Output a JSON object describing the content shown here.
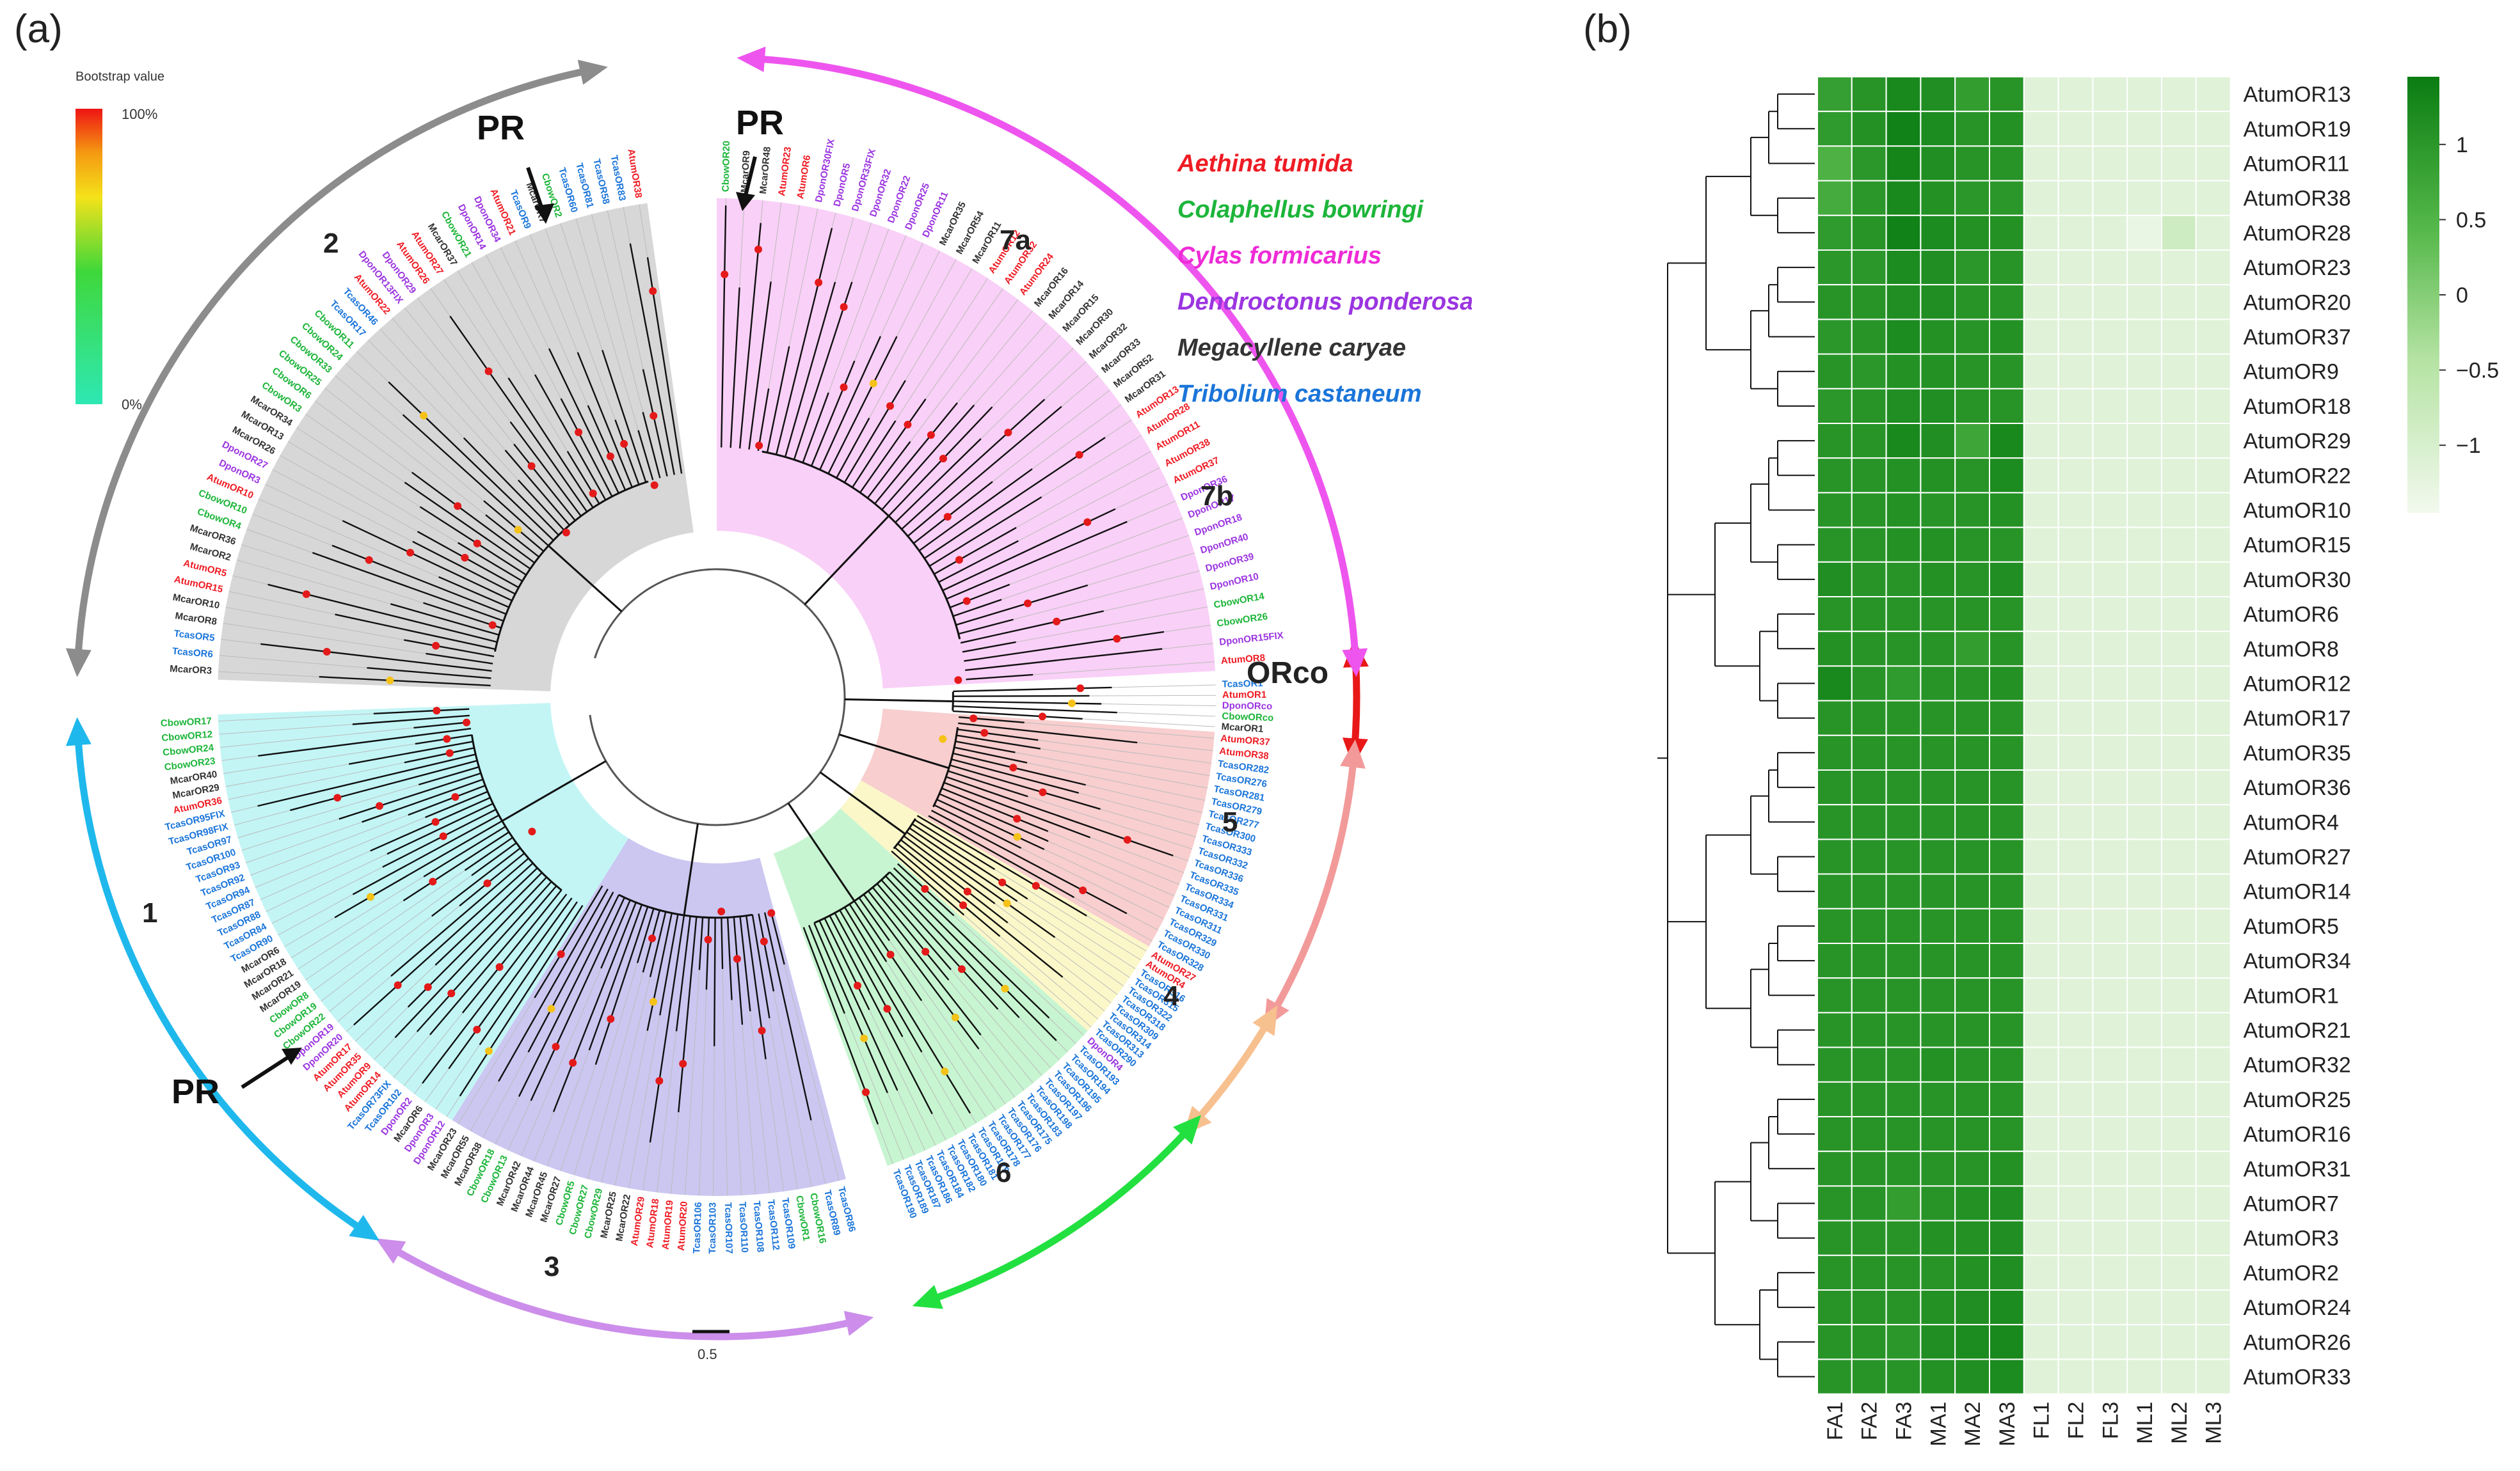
{
  "panels": {
    "a": "(a)",
    "b": "(b)"
  },
  "tree": {
    "bootstrap_title": "Bootstrap value",
    "bootstrap_max": "100%",
    "bootstrap_min": "0%",
    "scale_label": "0.5",
    "pr_label": "PR",
    "orco_label": "ORco",
    "clades": [
      "1",
      "2",
      "3",
      "4",
      "5",
      "6",
      "7a",
      "7b"
    ],
    "species": [
      {
        "name": "Aethina tumida",
        "color": "#ee1c24"
      },
      {
        "name": "Colaphellus bowringi",
        "color": "#1db53a"
      },
      {
        "name": "Cylas formicarius",
        "color": "#ee2bd6"
      },
      {
        "name": "Dendroctonus ponderosae",
        "color": "#9b35e0"
      },
      {
        "name": "Megacyllene caryae",
        "color": "#333333"
      },
      {
        "name": "Tribolium castaneum",
        "color": "#1b75d9"
      }
    ],
    "sector_colors": {
      "c1": "#b8f3f3",
      "c2": "#d0d0d0",
      "c3": "#c2bdee",
      "c4": "#faf6c0",
      "c5": "#f7c6c6",
      "c6": "#bdf3c9",
      "c7": "#f8c8f6"
    },
    "arc_colors": {
      "c1": "#1fb8ec",
      "c2": "#8c8c8c",
      "c3": "#cc8eea",
      "c4": "#f7c08f",
      "c5": "#f29a9a",
      "c6": "#22e040",
      "c7": "#ee55ee",
      "orco": "#e81818"
    },
    "leaf_labels": {
      "orco": [
        "TcasOR1",
        "AtumOR1",
        "DponORco",
        "CbowORco",
        "McarOR1"
      ],
      "c7": [
        "CbowOR20",
        "McarOR9",
        "McarOR48",
        "AtumOR23",
        "AtumOR6",
        "DponOR30FIX",
        "DponOR5",
        "DponOR33FIX",
        "DponOR32",
        "DponOR22",
        "DponOR25",
        "DponOR11",
        "McarOR35",
        "McarOR54",
        "McarOR11",
        "AtumOR12",
        "AtumOR32",
        "AtumOR24",
        "McarOR16",
        "McarOR14",
        "McarOR15",
        "McarOR30",
        "McarOR32",
        "McarOR33",
        "McarOR52",
        "McarOR31",
        "AtumOR13",
        "AtumOR28",
        "AtumOR11",
        "AtumOR38",
        "AtumOR37",
        "DponOR36",
        "DponOR17",
        "DponOR18",
        "DponOR40",
        "DponOR39",
        "DponOR10",
        "CbowOR14",
        "CbowOR26",
        "DponOR15FIX",
        "AtumOR8"
      ],
      "c2": [
        "McarOR3",
        "TcasOR6",
        "TcasOR5",
        "McarOR8",
        "McarOR10",
        "AtumOR15",
        "AtumOR5",
        "McarOR2",
        "McarOR36",
        "CbowOR4",
        "CbowOR10",
        "AtumOR10",
        "DponOR3",
        "DponOR27",
        "McarOR26",
        "McarOR13",
        "McarOR34",
        "CbowOR3",
        "CbowOR6",
        "CbowOR25",
        "CbowOR33",
        "CbowOR24",
        "CbowOR11",
        "TcasOR17",
        "TcasOR46",
        "AtumOR22",
        "DponOR13FIX",
        "DponOR29",
        "AtumOR26",
        "AtumOR27",
        "McarOR37",
        "CbowOR21",
        "DponOR14",
        "DponOR34",
        "AtumOR21",
        "TcasOR9",
        "McarOR7",
        "CbowOR2",
        "TcasOR60",
        "TcasOR81",
        "TcasOR58",
        "TcasOR83",
        "AtumOR38"
      ],
      "c1": [
        "DponOR12",
        "DponOR3",
        "McarOR6",
        "DponOR2",
        "TcasOR102",
        "TcasOR73FIX",
        "AtumOR14",
        "AtumOR9",
        "AtumOR35",
        "AtumOR17",
        "DponOR20",
        "DponOR19",
        "CbowOR22",
        "CbowOR19",
        "CbowOR8",
        "McarOR19",
        "McarOR21",
        "McarOR18",
        "McarOR6",
        "TcasOR90",
        "TcasOR84",
        "TcasOR88",
        "TcasOR87",
        "TcasOR94",
        "TcasOR92",
        "TcasOR93",
        "TcasOR100",
        "TcasOR97",
        "TcasOR98FIX",
        "TcasOR95FIX",
        "AtumOR36",
        "McarOR29",
        "McarOR40",
        "CbowOR23",
        "CbowOR24",
        "CbowOR12",
        "CbowOR17"
      ],
      "c3": [
        "TcasOR86",
        "TcasOR89",
        "CbowOR16",
        "CbowOR1",
        "TcasOR109",
        "TcasOR112",
        "TcasOR108",
        "TcasOR110",
        "TcasOR107",
        "TcasOR103",
        "TcasOR106",
        "AtumOR20",
        "AtumOR19",
        "AtumOR18",
        "AtumOR29",
        "McarOR22",
        "McarOR25",
        "CbowOR29",
        "CbowOR27",
        "CbowOR5",
        "McarOR27",
        "McarOR45",
        "McarOR44",
        "McarOR42",
        "CbowOR13",
        "CbowOR18",
        "McarOR38",
        "McarOR55",
        "McarOR23"
      ],
      "c6": [
        "DponOR4",
        "TcasOR193",
        "TcasOR194",
        "TcasOR195",
        "TcasOR196",
        "TcasOR197",
        "TcasOR198",
        "TcasOR183",
        "TcasOR175",
        "TcasOR176",
        "TcasOR177",
        "TcasOR178",
        "TcasOR179",
        "TcasOR181",
        "TcasOR180",
        "TcasOR182",
        "TcasOR184",
        "TcasOR186",
        "TcasOR187",
        "TcasOR189",
        "TcasOR190"
      ],
      "c4": [
        "AtumOR27",
        "AtumOR4",
        "TcasOR316",
        "TcasOR315",
        "TcasOR322",
        "TcasOR318",
        "TcasOR309",
        "TcasOR314",
        "TcasOR313",
        "TcasOR290"
      ],
      "c5": [
        "AtumOR37",
        "AtumOR38",
        "TcasOR282",
        "TcasOR276",
        "TcasOR281",
        "TcasOR279",
        "TcasOR277",
        "TcasOR300",
        "TcasOR333",
        "TcasOR332",
        "TcasOR336",
        "TcasOR335",
        "TcasOR334",
        "TcasOR331",
        "TcasOR311",
        "TcasOR329",
        "TcasOR330",
        "TcasOR328"
      ]
    }
  },
  "heatmap": {
    "rows": [
      "AtumOR13",
      "AtumOR19",
      "AtumOR11",
      "AtumOR38",
      "AtumOR28",
      "AtumOR23",
      "AtumOR20",
      "AtumOR37",
      "AtumOR9",
      "AtumOR18",
      "AtumOR29",
      "AtumOR22",
      "AtumOR10",
      "AtumOR15",
      "AtumOR30",
      "AtumOR6",
      "AtumOR8",
      "AtumOR12",
      "AtumOR17",
      "AtumOR35",
      "AtumOR36",
      "AtumOR4",
      "AtumOR27",
      "AtumOR14",
      "AtumOR5",
      "AtumOR34",
      "AtumOR1",
      "AtumOR21",
      "AtumOR32",
      "AtumOR25",
      "AtumOR16",
      "AtumOR31",
      "AtumOR7",
      "AtumOR3",
      "AtumOR2",
      "AtumOR24",
      "AtumOR26",
      "AtumOR33"
    ],
    "columns": [
      "FA1",
      "FA2",
      "FA3",
      "MA1",
      "MA2",
      "MA3",
      "FL1",
      "FL2",
      "FL3",
      "ML1",
      "ML2",
      "ML3"
    ],
    "values": [
      [
        0.85,
        1.05,
        1.25,
        1.15,
        0.9,
        1.05,
        -1.15,
        -1.15,
        -1.15,
        -1.15,
        -1.15,
        -1.15
      ],
      [
        0.95,
        1.1,
        1.35,
        1.2,
        1.05,
        1.1,
        -1.15,
        -1.15,
        -1.15,
        -1.15,
        -1.15,
        -1.15
      ],
      [
        0.55,
        1.0,
        1.3,
        1.15,
        1.05,
        1.05,
        -1.15,
        -1.15,
        -1.15,
        -1.15,
        -1.15,
        -1.15
      ],
      [
        0.65,
        1.0,
        1.25,
        1.1,
        1.0,
        1.0,
        -1.15,
        -1.15,
        -1.15,
        -1.15,
        -1.15,
        -1.15
      ],
      [
        0.95,
        1.05,
        1.35,
        1.2,
        1.1,
        1.1,
        -1.15,
        -1.15,
        -1.15,
        -1.3,
        -0.85,
        -1.15
      ],
      [
        1.0,
        1.0,
        1.2,
        1.15,
        1.0,
        1.05,
        -1.15,
        -1.15,
        -1.15,
        -1.15,
        -1.15,
        -1.15
      ],
      [
        1.05,
        1.05,
        1.15,
        1.15,
        1.05,
        1.05,
        -1.15,
        -1.15,
        -1.15,
        -1.15,
        -1.15,
        -1.15
      ],
      [
        1.0,
        1.05,
        1.2,
        1.1,
        1.05,
        1.1,
        -1.15,
        -1.15,
        -1.15,
        -1.15,
        -1.15,
        -1.15
      ],
      [
        1.05,
        1.0,
        1.1,
        1.1,
        1.05,
        1.05,
        -1.15,
        -1.15,
        -1.15,
        -1.15,
        -1.15,
        -1.15
      ],
      [
        1.0,
        1.05,
        1.15,
        1.15,
        1.05,
        1.05,
        -1.15,
        -1.15,
        -1.15,
        -1.15,
        -1.15,
        -1.15
      ],
      [
        1.05,
        1.05,
        1.25,
        1.15,
        0.75,
        1.25,
        -1.15,
        -1.15,
        -1.15,
        -1.15,
        -1.15,
        -1.15
      ],
      [
        1.05,
        1.05,
        1.1,
        1.1,
        1.05,
        1.2,
        -1.15,
        -1.15,
        -1.15,
        -1.15,
        -1.15,
        -1.15
      ],
      [
        1.05,
        1.05,
        1.1,
        1.05,
        1.05,
        1.1,
        -1.15,
        -1.15,
        -1.15,
        -1.15,
        -1.15,
        -1.15
      ],
      [
        1.05,
        1.05,
        1.1,
        1.1,
        1.05,
        1.05,
        -1.15,
        -1.15,
        -1.15,
        -1.15,
        -1.15,
        -1.15
      ],
      [
        1.15,
        1.05,
        1.05,
        1.1,
        1.05,
        1.15,
        -1.15,
        -1.15,
        -1.15,
        -1.15,
        -1.15,
        -1.15
      ],
      [
        1.05,
        1.05,
        1.05,
        1.05,
        1.05,
        1.05,
        -1.15,
        -1.15,
        -1.15,
        -1.15,
        -1.15,
        -1.15
      ],
      [
        1.1,
        1.05,
        1.05,
        1.05,
        0.9,
        1.05,
        -1.15,
        -1.15,
        -1.15,
        -1.15,
        -1.15,
        -1.15
      ],
      [
        1.25,
        1.05,
        0.95,
        1.05,
        1.05,
        1.1,
        -1.15,
        -1.15,
        -1.15,
        -1.15,
        -1.15,
        -1.15
      ],
      [
        1.05,
        1.05,
        1.05,
        1.05,
        1.05,
        1.05,
        -1.15,
        -1.15,
        -1.15,
        -1.15,
        -1.15,
        -1.15
      ],
      [
        1.05,
        1.05,
        1.05,
        1.05,
        1.05,
        1.05,
        -1.15,
        -1.15,
        -1.15,
        -1.15,
        -1.15,
        -1.15
      ],
      [
        1.05,
        1.05,
        1.05,
        1.05,
        1.05,
        1.05,
        -1.15,
        -1.15,
        -1.15,
        -1.15,
        -1.15,
        -1.15
      ],
      [
        1.05,
        1.05,
        1.05,
        1.05,
        1.05,
        1.05,
        -1.15,
        -1.15,
        -1.15,
        -1.15,
        -1.15,
        -1.15
      ],
      [
        1.05,
        1.05,
        1.05,
        1.05,
        1.05,
        1.05,
        -1.15,
        -1.15,
        -1.15,
        -1.15,
        -1.15,
        -1.15
      ],
      [
        1.05,
        1.05,
        1.05,
        1.05,
        1.05,
        1.05,
        -1.15,
        -1.15,
        -1.15,
        -1.15,
        -1.15,
        -1.15
      ],
      [
        1.05,
        1.05,
        1.05,
        1.05,
        1.05,
        1.05,
        -1.15,
        -1.15,
        -1.15,
        -1.15,
        -1.15,
        -1.15
      ],
      [
        1.05,
        1.05,
        1.05,
        1.05,
        1.05,
        1.05,
        -1.15,
        -1.15,
        -1.15,
        -1.15,
        -1.15,
        -1.15
      ],
      [
        1.05,
        1.05,
        1.05,
        1.05,
        1.05,
        1.05,
        -1.15,
        -1.15,
        -1.15,
        -1.15,
        -1.15,
        -1.15
      ],
      [
        1.05,
        1.05,
        1.05,
        1.05,
        1.05,
        1.05,
        -1.15,
        -1.15,
        -1.15,
        -1.15,
        -1.15,
        -1.15
      ],
      [
        1.05,
        1.05,
        1.05,
        1.1,
        1.05,
        1.05,
        -1.15,
        -1.15,
        -1.15,
        -1.15,
        -1.15,
        -1.15
      ],
      [
        1.05,
        1.05,
        1.05,
        1.05,
        1.05,
        1.05,
        -1.15,
        -1.15,
        -1.15,
        -1.15,
        -1.15,
        -1.15
      ],
      [
        1.05,
        1.05,
        1.05,
        1.05,
        1.05,
        1.05,
        -1.15,
        -1.15,
        -1.15,
        -1.15,
        -1.15,
        -1.15
      ],
      [
        1.05,
        1.05,
        1.05,
        1.05,
        1.05,
        1.1,
        -1.15,
        -1.15,
        -1.15,
        -1.15,
        -1.15,
        -1.15
      ],
      [
        1.05,
        1.05,
        0.9,
        1.05,
        1.1,
        1.15,
        -1.15,
        -1.15,
        -1.15,
        -1.15,
        -1.15,
        -1.15
      ],
      [
        1.05,
        1.05,
        1.05,
        1.1,
        1.1,
        1.15,
        -1.15,
        -1.15,
        -1.15,
        -1.15,
        -1.15,
        -1.15
      ],
      [
        1.05,
        1.05,
        1.05,
        1.05,
        1.1,
        1.15,
        -1.15,
        -1.15,
        -1.15,
        -1.15,
        -1.15,
        -1.15
      ],
      [
        1.05,
        1.05,
        1.05,
        1.1,
        1.15,
        1.2,
        -1.15,
        -1.15,
        -1.15,
        -1.15,
        -1.15,
        -1.15
      ],
      [
        1.05,
        1.05,
        1.0,
        1.15,
        1.2,
        1.25,
        -1.15,
        -1.15,
        -1.15,
        -1.15,
        -1.15,
        -1.15
      ],
      [
        1.05,
        1.05,
        1.05,
        1.1,
        1.15,
        1.2,
        -1.15,
        -1.15,
        -1.15,
        -1.15,
        -1.15,
        -1.15
      ]
    ],
    "color_low": "#f2f9ee",
    "color_high": "#0a7c12",
    "scale_ticks": [
      "1",
      "0.5",
      "0",
      "−0.5",
      "−1"
    ],
    "scale_tick_values": [
      1,
      0.5,
      0,
      -0.5,
      -1
    ],
    "scale_range": [
      -1.45,
      1.45
    ]
  }
}
